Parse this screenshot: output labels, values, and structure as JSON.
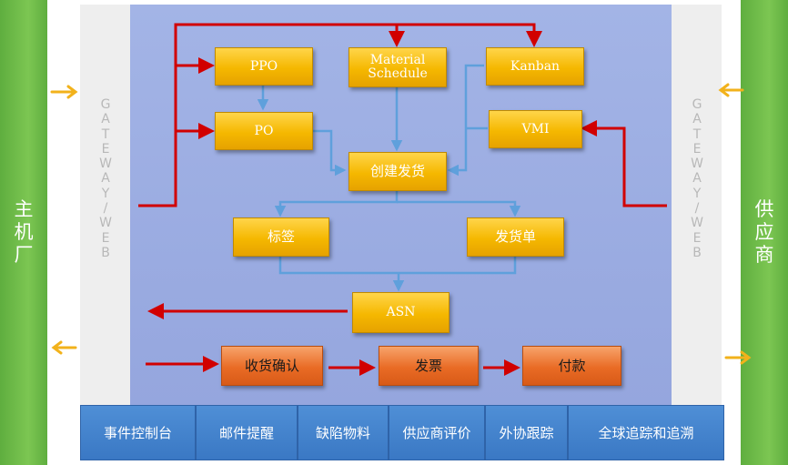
{
  "left_party": [
    "主",
    "机",
    "厂"
  ],
  "right_party": [
    "供",
    "应",
    "商"
  ],
  "gateway_left": [
    "G",
    "A",
    "T",
    "E",
    "W",
    "A",
    "Y",
    "/",
    "W",
    "E",
    "B"
  ],
  "gateway_right": [
    "G",
    "A",
    "T",
    "E",
    "W",
    "A",
    "Y",
    "/",
    "W",
    "E",
    "B"
  ],
  "nodes": {
    "ppo": "PPO",
    "material_schedule": "Material Schedule",
    "kanban": "Kanban",
    "po": "PO",
    "vmi": "VMI",
    "create_shipment": "创建发货",
    "label": "标签",
    "delivery_note": "发货单",
    "asn": "ASN",
    "goods_receipt": "收货确认",
    "invoice": "发票",
    "payment": "付款"
  },
  "bottom_tabs": [
    "事件控制台",
    "邮件提醒",
    "缺陷物料",
    "供应商评价",
    "外协跟踪",
    "全球追踪和追溯"
  ],
  "colors": {
    "side_bar": "#7cc652",
    "panel_bg": "#a3b4e6",
    "node_yellow": "#f5b800",
    "node_orange": "#e96b25",
    "tab_blue": "#3a78c4",
    "arrow_red": "#d10000",
    "arrow_blue": "#5fa0dc",
    "arrow_orange": "#f2b21b"
  }
}
